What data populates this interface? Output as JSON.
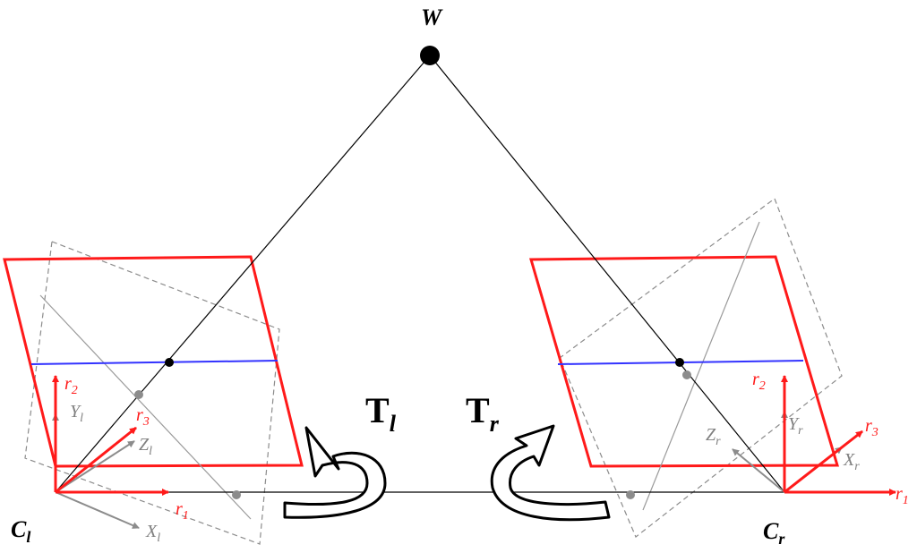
{
  "labels": {
    "world_point": "W",
    "left_camera": "C",
    "left_camera_sub": "l",
    "right_camera": "C",
    "right_camera_sub": "r",
    "left_transform": "T",
    "left_transform_sub": "l",
    "right_transform": "T",
    "right_transform_sub": "r",
    "r1": "r",
    "r1_sub": "1",
    "r2": "r",
    "r2_sub": "2",
    "r3": "r",
    "r3_sub": "3",
    "X": "X",
    "Y": "Y",
    "Z": "Z",
    "left_axis_sub": "l",
    "right_axis_sub": "r"
  },
  "colors": {
    "rectified_plane": "#ff1a1a",
    "original_plane": "#8c8c8c",
    "epipolar_line": "#3333ff",
    "rectified_axes": "#ff1a1a",
    "original_axes": "#8c8c8c",
    "rays": "#000000"
  }
}
